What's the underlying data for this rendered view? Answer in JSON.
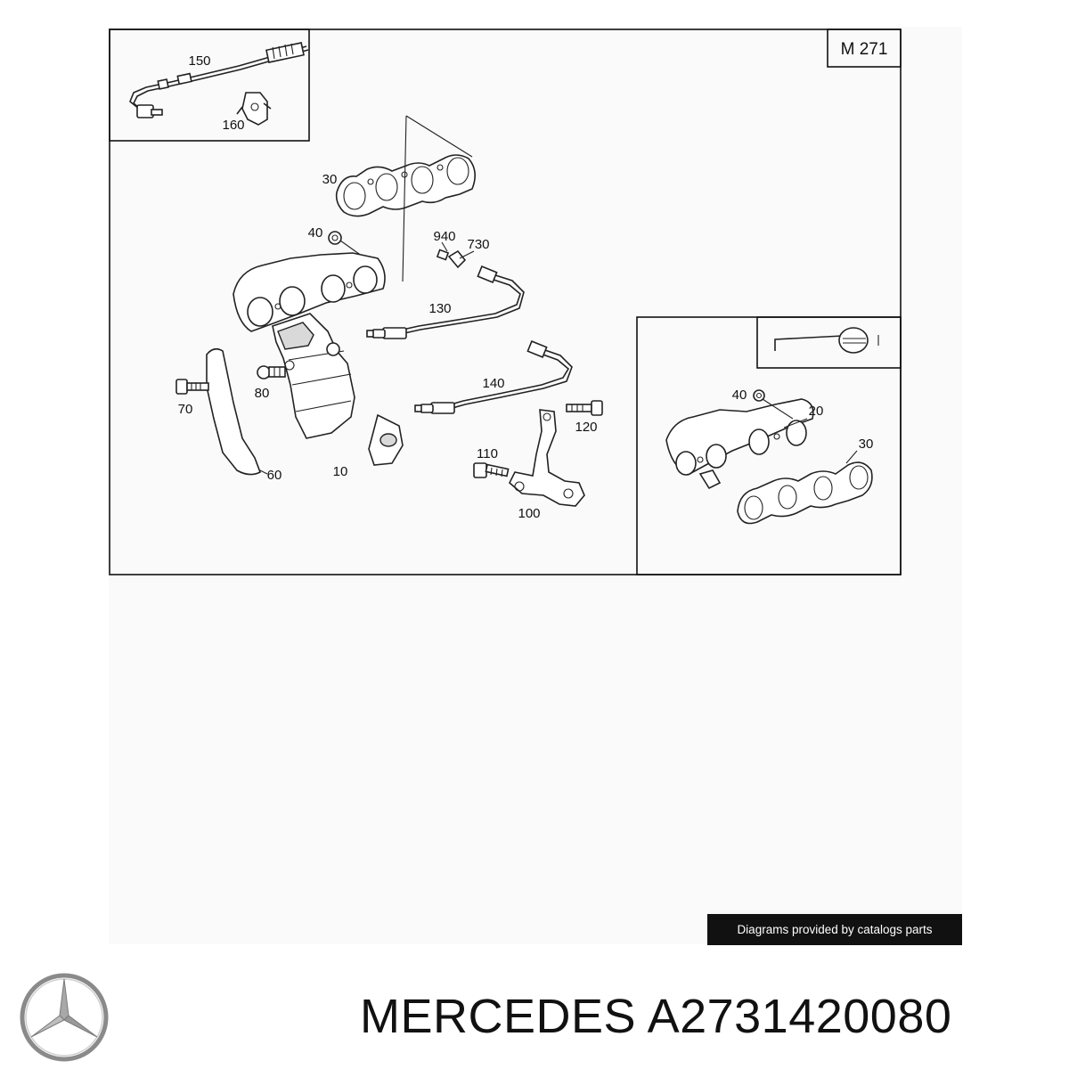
{
  "engine_label": "M 271",
  "callouts": {
    "c150": "150",
    "c160": "160",
    "c30": "30",
    "c40": "40",
    "c940": "940",
    "c730": "730",
    "c130": "130",
    "c140": "140",
    "c70": "70",
    "c80": "80",
    "c60": "60",
    "c10": "10",
    "c110": "110",
    "c100": "100",
    "c120": "120",
    "inset_c40": "40",
    "inset_c20": "20",
    "inset_c30": "30"
  },
  "watermark": "Diagrams provided by catalogs parts",
  "footer": {
    "brand_title": "MERCEDES A2731420080",
    "logo_icon": "mercedes-star-icon"
  }
}
